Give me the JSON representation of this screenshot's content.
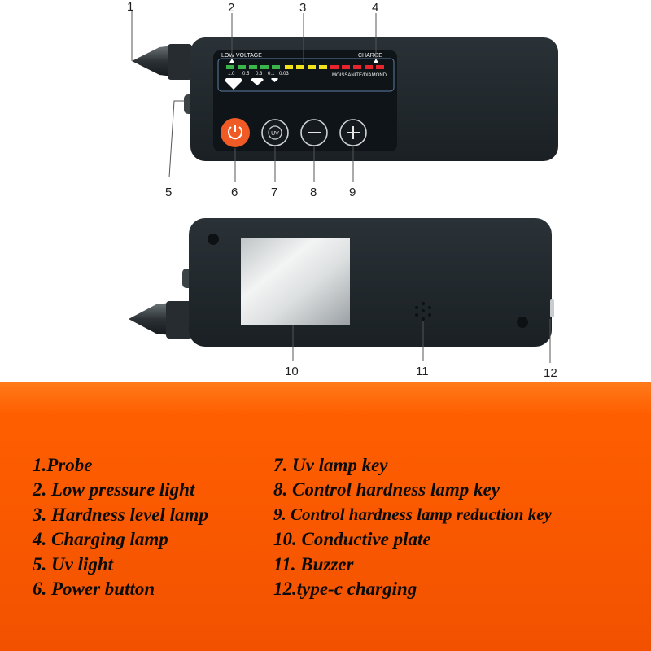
{
  "callouts": [
    "1",
    "2",
    "3",
    "4",
    "5",
    "6",
    "7",
    "8",
    "9",
    "10",
    "11",
    "12"
  ],
  "screen": {
    "low_voltage_label": "LOW VOLTAGE",
    "charge_label": "CHARGE",
    "scale": [
      "1.0",
      "0.5",
      "0.3",
      "0.1",
      "0.03"
    ],
    "gem_label": "MOISSANITE/DIAMOND"
  },
  "buttons": {
    "uv_label": "UV"
  },
  "legend": {
    "left": [
      "1.Probe",
      "2. Low pressure light",
      "3. Hardness level lamp",
      "4. Charging lamp",
      "5. Uv light",
      "6. Power button"
    ],
    "right": [
      "7. Uv lamp key",
      "8. Control hardness lamp key",
      "9. Control hardness lamp reduction key",
      "10. Conductive plate",
      "11. Buzzer",
      "12.type-c charging"
    ]
  },
  "colors": {
    "body": "#1f262b",
    "screen": "#0f1418",
    "power_button": "#f05a24",
    "led_green": "#3ab54a",
    "led_yellow": "#f2e21b",
    "led_red": "#e8252c",
    "panel_orange": "#f25200"
  }
}
